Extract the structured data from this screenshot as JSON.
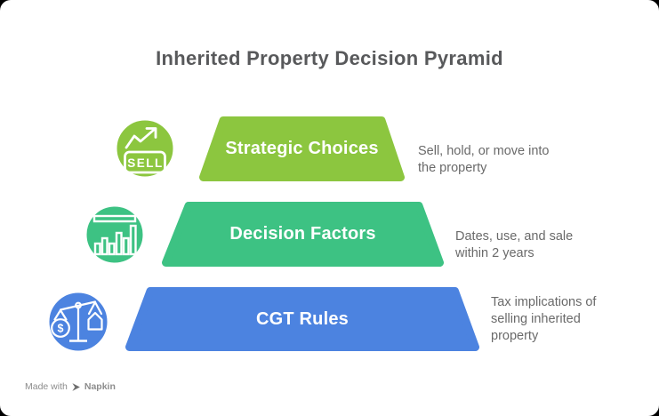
{
  "title": "Inherited Property Decision Pyramid",
  "levels": [
    {
      "label": "Strategic Choices",
      "desc_lines": [
        "Sell, hold, or move into",
        "the property"
      ],
      "color": "#8CC63F",
      "icon": "sell-trend-icon"
    },
    {
      "label": "Decision Factors",
      "desc_lines": [
        "Dates, use, and sale",
        "within 2 years"
      ],
      "color": "#3DC283",
      "icon": "bar-chart-icon"
    },
    {
      "label": "CGT Rules",
      "desc_lines": [
        "Tax implications of",
        "selling inherited",
        "property"
      ],
      "color": "#4C83E0",
      "icon": "scales-house-dollar-icon"
    }
  ],
  "icon_text": {
    "sell": "SELL",
    "dollar": "$"
  },
  "watermark": {
    "prefix": "Made with",
    "brand": "Napkin"
  },
  "colors": {
    "title": "#58595B",
    "description": "#6A6A6A",
    "level_label": "#FFFFFF",
    "watermark": "#8C8C8C"
  }
}
